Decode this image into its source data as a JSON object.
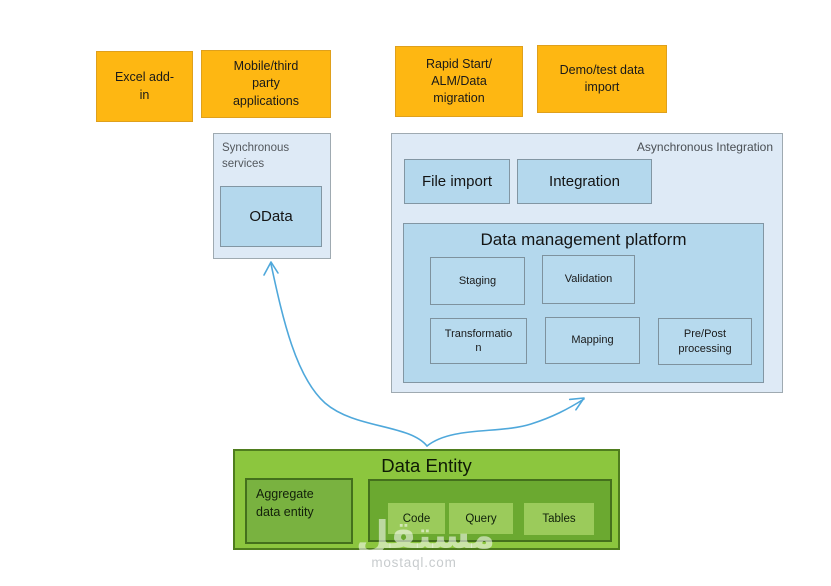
{
  "colors": {
    "orange_fill": "#FEB712",
    "orange_border": "#DFA01C",
    "blue_group_fill": "#DEEAF6",
    "blue_group_border": "#9FAAB1",
    "blue_inner_fill": "#B4D8ED",
    "blue_inner_border": "#8296A3",
    "green_outer": "#8CC63E",
    "green_aggregate": "#79B240",
    "green_container": "#6BA930",
    "green_chip": "#9BCB5B",
    "green_border": "#44701C",
    "arrow": "#4FA8DB"
  },
  "top_boxes": [
    {
      "label": "Excel add-\nin"
    },
    {
      "label": "Mobile/third\nparty\napplications"
    },
    {
      "label": "Rapid Start/\nALM/Data\nmigration"
    },
    {
      "label": "Demo/test data\nimport"
    }
  ],
  "sync": {
    "title": "Synchronous\nservices",
    "odata_label": "OData"
  },
  "async": {
    "title": "Asynchronous Integration",
    "file_import_label": "File import",
    "integration_label": "Integration",
    "dmp": {
      "title": "Data management platform",
      "staging": "Staging",
      "validation": "Validation",
      "transformation": "Transformatio\nn",
      "mapping": "Mapping",
      "prepost": "Pre/Post\nprocessing"
    }
  },
  "entity": {
    "title": "Data Entity",
    "aggregate_label": "Aggregate\ndata entity",
    "chips": [
      {
        "label": "Code"
      },
      {
        "label": "Query"
      },
      {
        "label": "Tables"
      }
    ]
  },
  "watermark": {
    "logo": "مستقل",
    "site": "mostaql.com"
  }
}
